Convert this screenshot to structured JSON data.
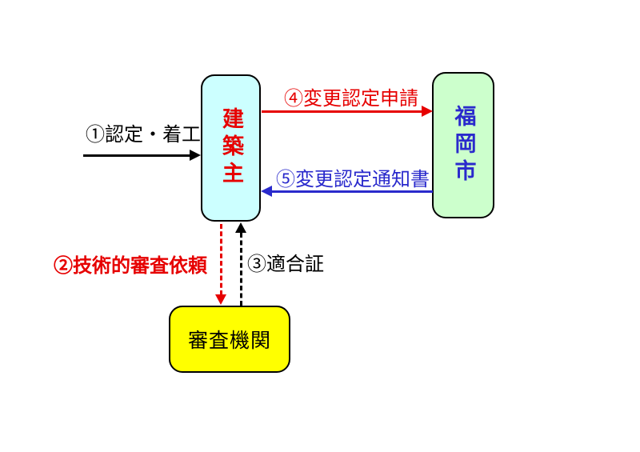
{
  "page": {
    "background": "#ffffff"
  },
  "boxes": {
    "builder": {
      "label": "建築主",
      "fill": "#ccffff",
      "text_color": "#e60000",
      "border_color": "#000000",
      "orientation": "vertical"
    },
    "city": {
      "label": "福岡市",
      "fill": "#ccffcc",
      "text_color": "#2a2acc",
      "border_color": "#000000",
      "orientation": "vertical"
    },
    "agency": {
      "label": "審査機関",
      "fill": "#ffff00",
      "text_color": "#000000",
      "border_color": "#000000",
      "orientation": "horizontal"
    }
  },
  "arrows": {
    "certification_start": {
      "label": "①認定・着工",
      "color": "#000000",
      "line": "solid",
      "direction": "right",
      "from": "external",
      "to": "builder"
    },
    "technical_review_request": {
      "label": "②技術的審査依頼",
      "color": "#e60000",
      "line": "dashed",
      "direction": "down",
      "from": "builder",
      "to": "agency"
    },
    "conformity_certificate": {
      "label": "③適合証",
      "color": "#000000",
      "line": "dashed",
      "direction": "up",
      "from": "agency",
      "to": "builder"
    },
    "change_approval_application": {
      "label": "④変更認定申請",
      "color": "#e60000",
      "line": "solid",
      "direction": "right",
      "from": "builder",
      "to": "city"
    },
    "change_approval_notice": {
      "label": "⑤変更認定通知書",
      "color": "#2a2acc",
      "line": "solid",
      "direction": "left",
      "from": "city",
      "to": "builder"
    }
  }
}
